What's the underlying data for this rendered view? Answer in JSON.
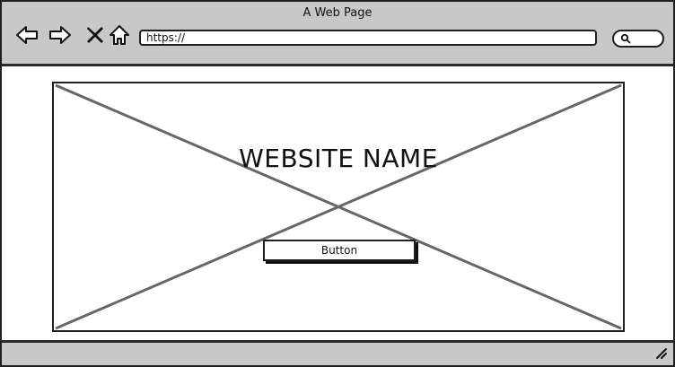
{
  "window": {
    "title": "A Web Page"
  },
  "toolbar": {
    "icons": [
      "back-icon",
      "forward-icon",
      "close-icon",
      "home-icon"
    ],
    "url": {
      "value": "https://"
    },
    "search": {
      "icon": "search-icon"
    }
  },
  "hero": {
    "site_name": "WEBSITE NAME",
    "button_label": "Button",
    "image_placeholder": "image-placeholder-icon"
  },
  "status_bar": {
    "icon": "resize-grip-icon"
  },
  "colors": {
    "chrome_bg": "#c8c8c8",
    "border": "#1f1f1f",
    "placeholder_cross": "#666666"
  }
}
